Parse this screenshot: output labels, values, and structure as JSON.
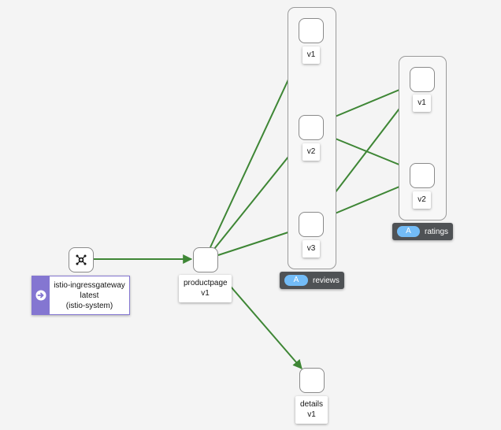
{
  "colors": {
    "edge": "#3e8635",
    "gateway_accent": "#8476d1",
    "app_badge": "#73bcf7",
    "group_label_bg": "#4f5255"
  },
  "icons": {
    "gateway_node": "ingress-gateway-icon",
    "gateway_label": "circle-arrow-right-icon"
  },
  "gateway": {
    "name": "istio-ingressgateway",
    "version": "latest",
    "namespace": "(istio-system)"
  },
  "productpage": {
    "name": "productpage",
    "version": "v1"
  },
  "details": {
    "name": "details",
    "version": "v1"
  },
  "reviews": {
    "badge": "A",
    "name": "reviews",
    "versions": [
      "v1",
      "v2",
      "v3"
    ]
  },
  "ratings": {
    "badge": "A",
    "name": "ratings",
    "versions": [
      "v1",
      "v2"
    ]
  }
}
